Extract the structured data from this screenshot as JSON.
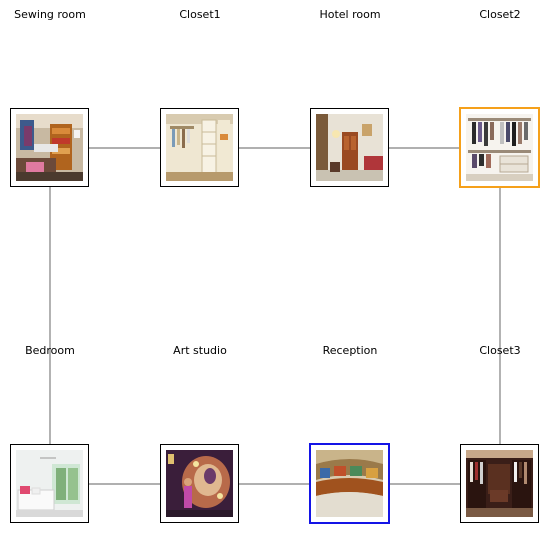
{
  "nodes": [
    {
      "id": "sewing-room",
      "label": "Sewing room",
      "highlight": null
    },
    {
      "id": "closet1",
      "label": "Closet1",
      "highlight": null
    },
    {
      "id": "hotel-room",
      "label": "Hotel room",
      "highlight": null
    },
    {
      "id": "closet2",
      "label": "Closet2",
      "highlight": "#f5a01a"
    },
    {
      "id": "bedroom",
      "label": "Bedroom",
      "highlight": null
    },
    {
      "id": "art-studio",
      "label": "Art studio",
      "highlight": null
    },
    {
      "id": "reception",
      "label": "Reception",
      "highlight": "#1414e6"
    },
    {
      "id": "closet3",
      "label": "Closet3",
      "highlight": null
    }
  ],
  "edges": [
    [
      "sewing-room",
      "closet1"
    ],
    [
      "closet1",
      "hotel-room"
    ],
    [
      "hotel-room",
      "closet2"
    ],
    [
      "sewing-room",
      "bedroom"
    ],
    [
      "closet2",
      "closet3"
    ],
    [
      "bedroom",
      "art-studio"
    ],
    [
      "art-studio",
      "reception"
    ],
    [
      "reception",
      "closet3"
    ]
  ],
  "colors": {
    "edge": "#808080",
    "frame": "#000000"
  }
}
